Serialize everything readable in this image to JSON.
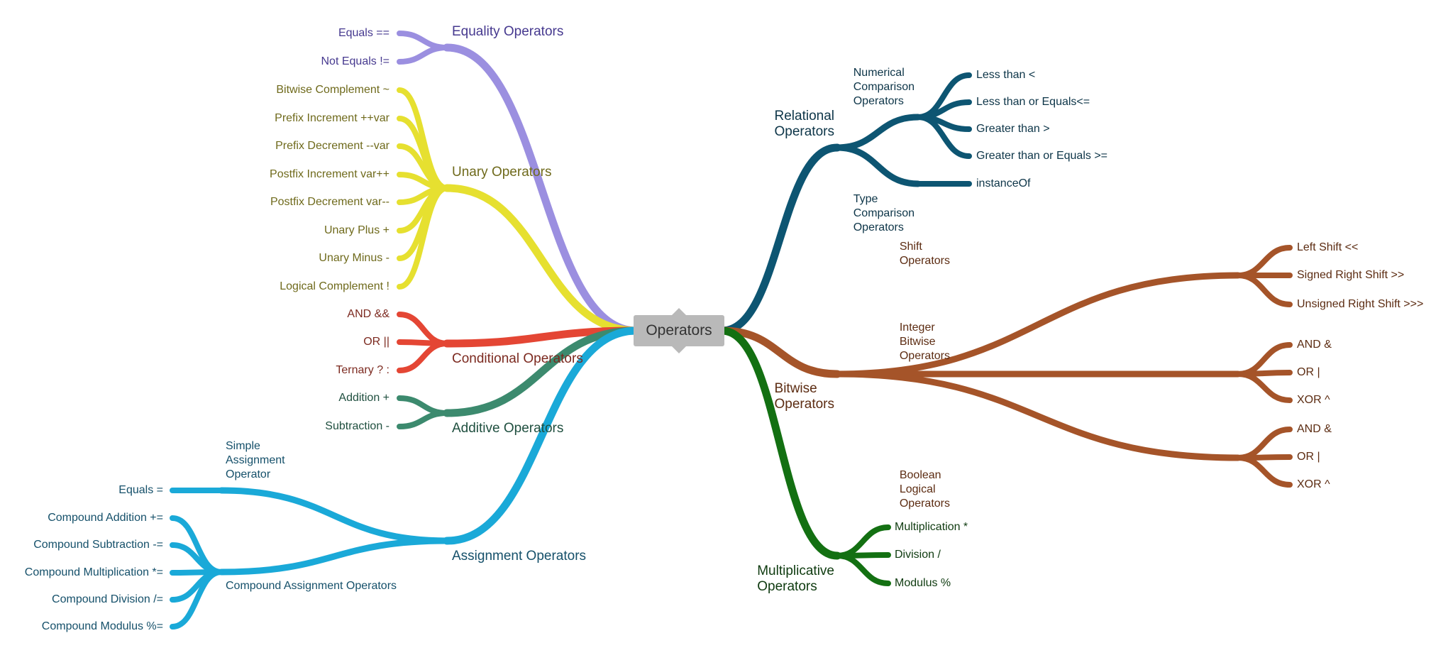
{
  "center": {
    "label": "Operators"
  },
  "equality": {
    "title": "Equality Operators",
    "color": "#9b8fe0",
    "text": "#46398f",
    "items": [
      "Equals ==",
      "Not Equals !="
    ]
  },
  "unary": {
    "title": "Unary Operators",
    "color": "#e6e030",
    "text": "#6f6a1c",
    "items": [
      "Bitwise Complement ~",
      "Prefix Increment ++var",
      "Prefix Decrement --var",
      "Postfix Increment var++",
      "Postfix Decrement var--",
      "Unary Plus +",
      "Unary Minus -",
      "Logical Complement !"
    ]
  },
  "conditional": {
    "title": "Conditional Operators",
    "color": "#e44634",
    "text": "#7c2a20",
    "items": [
      "AND &&",
      "OR ||",
      "Ternary ? :"
    ]
  },
  "additive": {
    "title": "Additive Operators",
    "color": "#3c8a6e",
    "text": "#1f4f3f",
    "items": [
      "Addition +",
      "Subtraction -"
    ]
  },
  "assignment": {
    "title": "Assignment Operators",
    "color": "#1aa9d8",
    "text": "#15506a",
    "simple": {
      "title": "Simple\nAssignment\nOperator",
      "items": [
        "Equals ="
      ]
    },
    "compound": {
      "title": "Compound Assignment Operators",
      "items": [
        "Compound Addition +=",
        "Compound Subtraction -=",
        "Compound Multiplication *=",
        "Compound Division /=",
        "Compound Modulus %="
      ]
    }
  },
  "relational": {
    "title": "Relational\nOperators",
    "color": "#0d5572",
    "text": "#0d3548",
    "numerical": {
      "title": "Numerical\nComparison\nOperators",
      "items": [
        "Less than <",
        "Less than or Equals<=",
        "Greater than >",
        "Greater than or Equals >="
      ]
    },
    "type": {
      "title": "Type\nComparison\nOperators",
      "items": [
        "instanceOf"
      ]
    }
  },
  "bitwise": {
    "title": "Bitwise\nOperators",
    "color": "#a55429",
    "text": "#5c2c12",
    "shift": {
      "title": "Shift\nOperators",
      "items": [
        "Left Shift <<",
        "Signed Right Shift >>",
        "Unsigned Right Shift >>>"
      ]
    },
    "integer": {
      "title": "Integer\nBitwise\nOperators",
      "items": [
        "AND &",
        "OR |",
        "XOR ^"
      ]
    },
    "boolean": {
      "title": "Boolean\nLogical\nOperators",
      "items": [
        "AND &",
        "OR |",
        "XOR ^"
      ]
    }
  },
  "multiplicative": {
    "title": "Multiplicative\nOperators",
    "color": "#137012",
    "text": "#0f3b10",
    "items": [
      "Multiplication *",
      "Division /",
      "Modulus %"
    ]
  }
}
